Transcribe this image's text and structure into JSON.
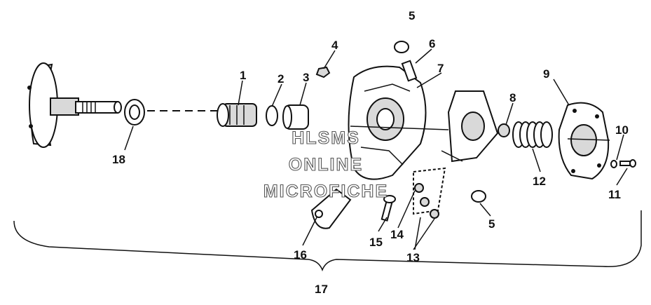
{
  "diagram": {
    "watermark": [
      "HLSMS",
      "ONLINE",
      "MICROFICHE"
    ],
    "callouts": [
      {
        "id": "c1",
        "label": "1"
      },
      {
        "id": "c2",
        "label": "2"
      },
      {
        "id": "c3",
        "label": "3"
      },
      {
        "id": "c4",
        "label": "4"
      },
      {
        "id": "c5a",
        "label": "5"
      },
      {
        "id": "c5b",
        "label": "5"
      },
      {
        "id": "c6",
        "label": "6"
      },
      {
        "id": "c7",
        "label": "7"
      },
      {
        "id": "c8",
        "label": "8"
      },
      {
        "id": "c9",
        "label": "9"
      },
      {
        "id": "c10",
        "label": "10"
      },
      {
        "id": "c11",
        "label": "11"
      },
      {
        "id": "c12",
        "label": "12"
      },
      {
        "id": "c13",
        "label": "13"
      },
      {
        "id": "c14",
        "label": "14"
      },
      {
        "id": "c15",
        "label": "15"
      },
      {
        "id": "c16",
        "label": "16"
      },
      {
        "id": "c17",
        "label": "17"
      },
      {
        "id": "c18",
        "label": "18"
      }
    ]
  }
}
